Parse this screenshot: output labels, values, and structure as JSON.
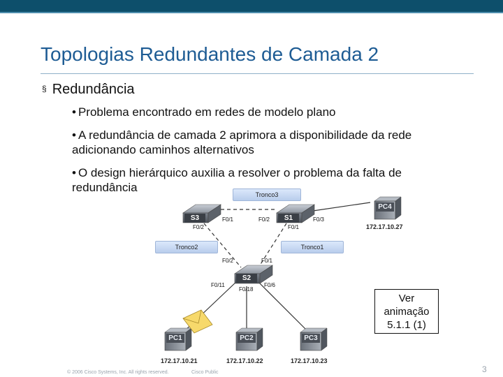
{
  "slide": {
    "title": "Topologias Redundantes de Camada 2",
    "bullet": "Redundância",
    "bullet_marker": "§",
    "subbullets": [
      "Problema encontrado em redes de modelo plano",
      "A redundância de camada 2 aprimora a disponibilidade da rede adicionando caminhos alternativos",
      "O design hierárquico auxilia a resolver o problema da falta de redundância"
    ],
    "sub_marker": "•"
  },
  "diagram": {
    "trunks": {
      "tronco3": "Tronco3",
      "tronco2": "Tronco2",
      "tronco1": "Tronco1"
    },
    "switches": {
      "s1": "S1",
      "s2": "S2",
      "s3": "S3"
    },
    "ports": {
      "s3_f01": "F0/1",
      "s3_f02": "F0/2",
      "s1_f02": "F0/2",
      "s1_f01": "F0/1",
      "s1_f03": "F0/3",
      "s2_f02": "F0/2",
      "s2_f01": "F0/1",
      "s2_f011": "F0/11",
      "s2_f018": "F0/18",
      "s2_f06": "F0/6"
    },
    "pcs": [
      {
        "name": "PC1",
        "ip": "172.17.10.21"
      },
      {
        "name": "PC2",
        "ip": "172.17.10.22"
      },
      {
        "name": "PC3",
        "ip": "172.17.10.23"
      },
      {
        "name": "PC4",
        "ip": "172.17.10.27"
      }
    ]
  },
  "animation_note": "Ver animação 5.1.1 (1)",
  "footer": {
    "copyright": "© 2006 Cisco Systems, Inc. All rights reserved.",
    "classification": "Cisco Public",
    "page_number": "3"
  },
  "colors": {
    "header_bar": "#0d4f6b",
    "title": "#1e5c94",
    "trunk_box": "#c6d8f3",
    "switch": "#6f7680",
    "envelope": "#f7d96b"
  }
}
